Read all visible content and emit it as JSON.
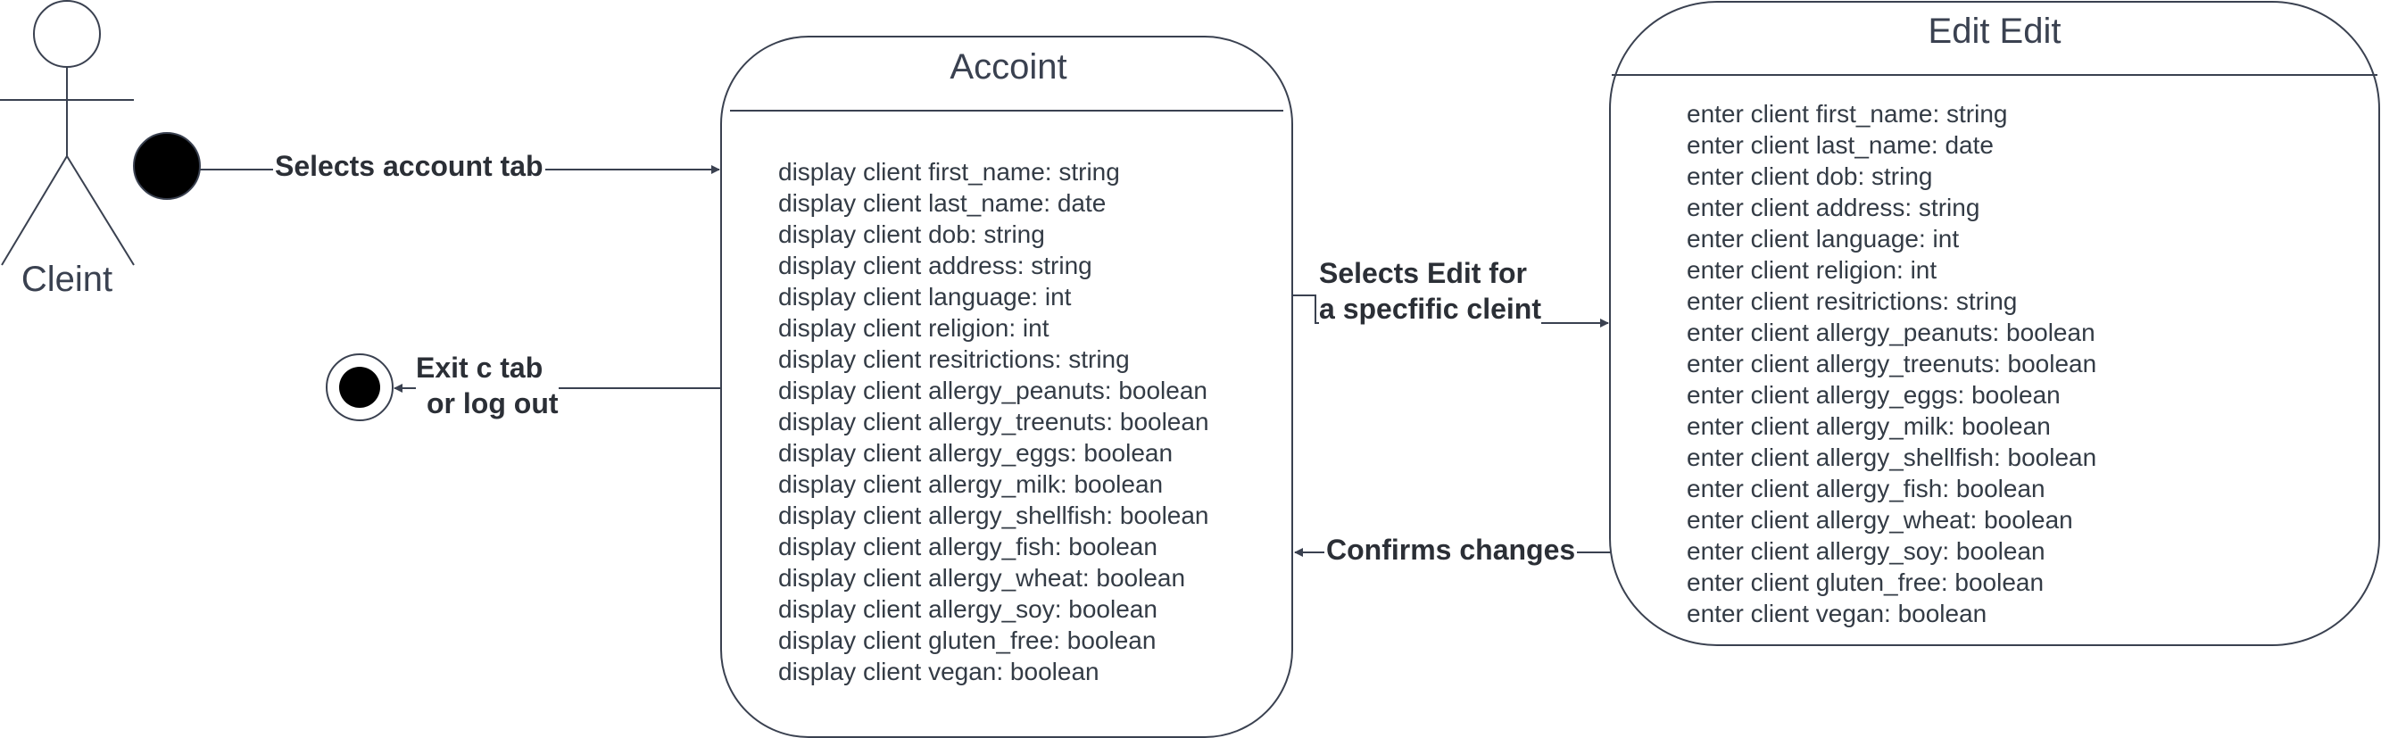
{
  "actor": {
    "name": "Cleint"
  },
  "states": {
    "accoint": {
      "title": "Accoint",
      "attributes": [
        "display client first_name: string",
        "display client last_name: date",
        "display client dob: string",
        "display client address: string",
        "display client language: int",
        "display client religion: int",
        "display client resitrictions: string",
        "display client allergy_peanuts: boolean",
        "display client allergy_treenuts: boolean",
        "display client allergy_eggs: boolean",
        "display client allergy_milk: boolean",
        "display client allergy_shellfish: boolean",
        "display client allergy_fish: boolean",
        "display client allergy_wheat: boolean",
        "display client allergy_soy: boolean",
        "display client gluten_free: boolean",
        "display client vegan: boolean"
      ]
    },
    "edit": {
      "title": "Edit Edit",
      "attributes": [
        "enter client first_name: string",
        "enter client last_name: date",
        "enter client dob: string",
        "enter client address: string",
        "enter client language: int",
        "enter client religion: int",
        "enter client resitrictions: string",
        "enter client allergy_peanuts: boolean",
        "enter client allergy_treenuts: boolean",
        "enter client allergy_eggs: boolean",
        "enter client allergy_milk: boolean",
        "enter client allergy_shellfish: boolean",
        "enter client allergy_fish: boolean",
        "enter client allergy_wheat: boolean",
        "enter client allergy_soy: boolean",
        "enter client gluten_free: boolean",
        "enter client vegan: boolean"
      ]
    }
  },
  "transitions": {
    "selects_account": "Selects account tab",
    "exit_line1": "Exit c tab",
    "exit_line2": "or log out",
    "selects_edit_line1": "Selects Edit for",
    "selects_edit_line2": "a specfific cleint",
    "confirms": "Confirms changes"
  },
  "colors": {
    "line": "#3a4150",
    "text": "#333b45",
    "node_fill": "#000000",
    "background": "#ffffff"
  }
}
